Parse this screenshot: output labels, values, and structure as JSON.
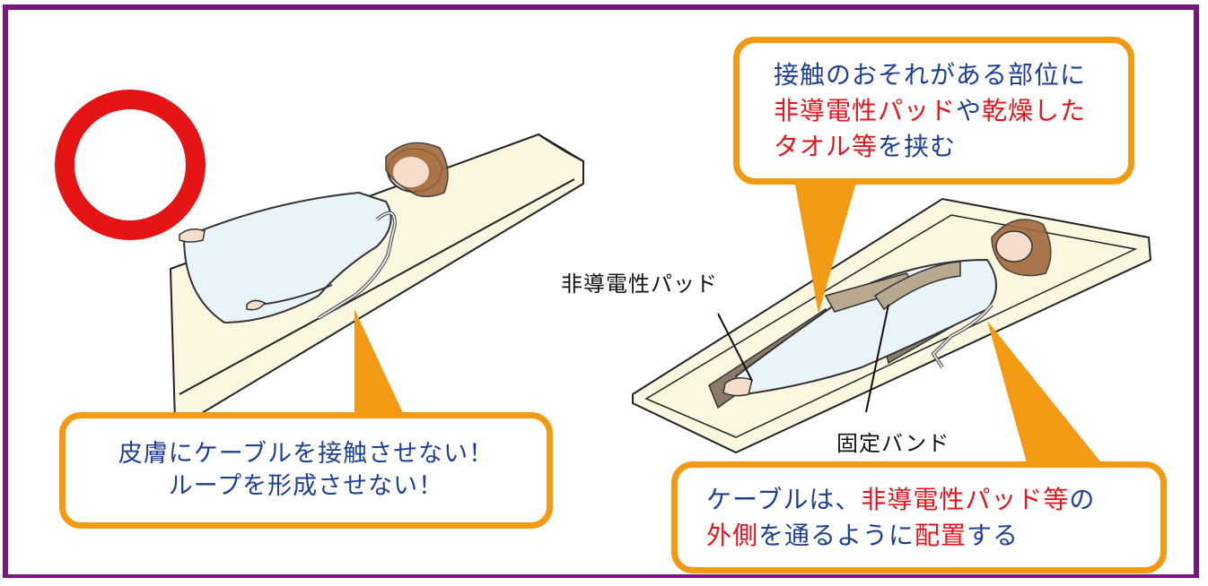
{
  "colors": {
    "frame": "#7a1680",
    "bubble_border": "#f39a15",
    "text_blue": "#1e3f96",
    "text_red": "#e6121c",
    "ok_circle": "#e61515",
    "mat": "#fbf6df"
  },
  "indicator": {
    "icon": "red-circle-ok-icon"
  },
  "callout_left": {
    "line1": "皮膚にケーブルを接触させない！",
    "line2": "ループを形成させない！"
  },
  "callout_top": {
    "line1": "接触のおそれがある部位に",
    "line2_red_a": "非導電性パッド",
    "line2_blue_b": "や",
    "line2_red_c": "乾燥した",
    "line3_red_a": "タオル等",
    "line3_blue_b": "を挟む"
  },
  "callout_bottom": {
    "line1_blue_a": "ケーブルは、",
    "line1_red_b": "非導電性パッド等",
    "line1_blue_c": "の",
    "line2_red_a": "外側",
    "line2_blue_b": "を通るように",
    "line2_red_c": "配置",
    "line2_blue_d": "する"
  },
  "labels": {
    "pad": "非導電性パッド",
    "band": "固定バンド"
  }
}
